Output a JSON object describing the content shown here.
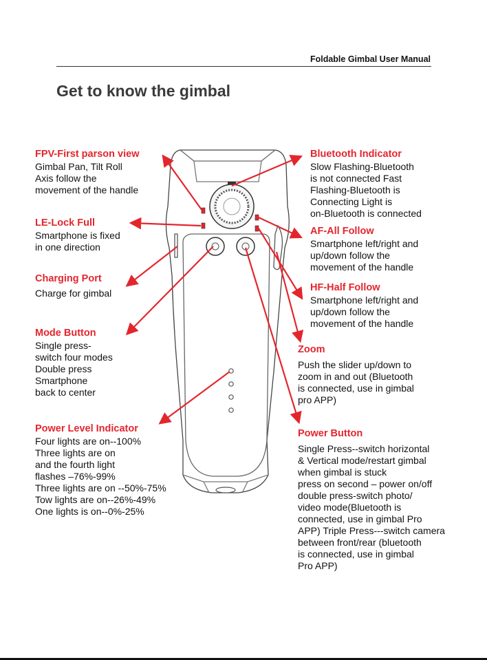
{
  "header": {
    "manual_title": "Foldable Gimbal User Manual",
    "page_title": "Get to know the gimbal"
  },
  "colors": {
    "accent": "#e3262e",
    "body_text": "#111111",
    "outline": "#444444"
  },
  "callouts": {
    "fpv": {
      "heading": "FPV-First parson view",
      "lines": [
        "Gimbal Pan, Tilt Roll",
        "Axis follow the",
        "movement of the handle"
      ]
    },
    "le": {
      "heading": "LE-Lock Full",
      "lines": [
        "Smartphone is fixed",
        "in one direction"
      ]
    },
    "charging": {
      "heading": "Charging Port",
      "lines": [
        "Charge for gimbal"
      ]
    },
    "mode": {
      "heading": "Mode Button",
      "lines": [
        "Single press-",
        "switch four modes",
        "Double press",
        "Smartphone",
        "back to center"
      ]
    },
    "power_level": {
      "heading": "Power Level Indicator",
      "lines": [
        "Four lights are on--100%",
        "Three lights are on",
        "and the fourth light",
        "flashes –76%-99%",
        "Three lights are on --50%-75%",
        "Tow lights are on--26%-49%",
        "One lights is on--0%-25%"
      ]
    },
    "bluetooth": {
      "heading": "Bluetooth Indicator",
      "lines": [
        "Slow Flashing-Bluetooth",
        "is not connected Fast",
        "Flashing-Bluetooth is",
        "Connecting Light is",
        "on-Bluetooth is connected"
      ]
    },
    "af": {
      "heading": "AF-All Follow",
      "lines": [
        "Smartphone left/right and",
        "up/down follow the",
        "movement of the handle"
      ]
    },
    "hf": {
      "heading": "HF-Half Follow",
      "lines": [
        "Smartphone left/right and",
        "up/down follow the",
        "movement of the handle"
      ]
    },
    "zoom": {
      "heading": "Zoom",
      "lines": [
        "Push the slider up/down to",
        "zoom in and out (Bluetooth",
        "is connected, use in gimbal",
        "pro APP)"
      ]
    },
    "power_button": {
      "heading": "Power Button",
      "lines": [
        "Single Press--switch horizontal",
        "& Vertical mode/restart gimbal",
        "when gimbal is stuck",
        "press on second – power on/off",
        "double press-switch photo/",
        "video mode(Bluetooth is",
        "connected, use in gimbal Pro",
        "APP) Triple Press---switch camera",
        "between front/rear (bluetooth",
        "is connected, use in gimbal",
        "Pro APP)"
      ]
    }
  }
}
